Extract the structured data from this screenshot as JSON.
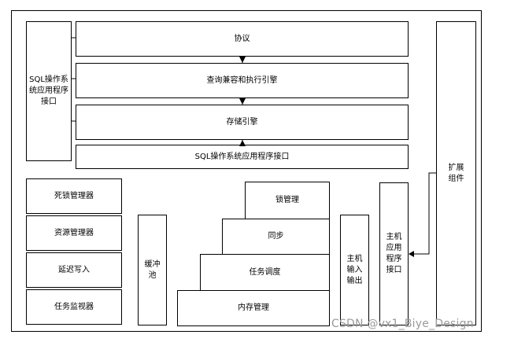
{
  "diagram": {
    "left_api": "SQL操作系统应用程序接口",
    "layers": {
      "protocol": "协议",
      "query_engine": "查询兼容和执行引擎",
      "storage_engine": "存储引擎",
      "sql_os_api": "SQL操作系统应用程序接口"
    },
    "extension": "扩展组件",
    "managers": [
      "死锁管理器",
      "资源管理器",
      "延迟写入",
      "任务监视器"
    ],
    "buffer_pool": "缓冲池",
    "stairs": [
      "锁管理",
      "同步",
      "任务调度",
      "内存管理"
    ],
    "host_io": "主机输入输出",
    "host_api": "主机应用程序接口"
  },
  "watermark": "CSDN @vx1_Biye_Design"
}
